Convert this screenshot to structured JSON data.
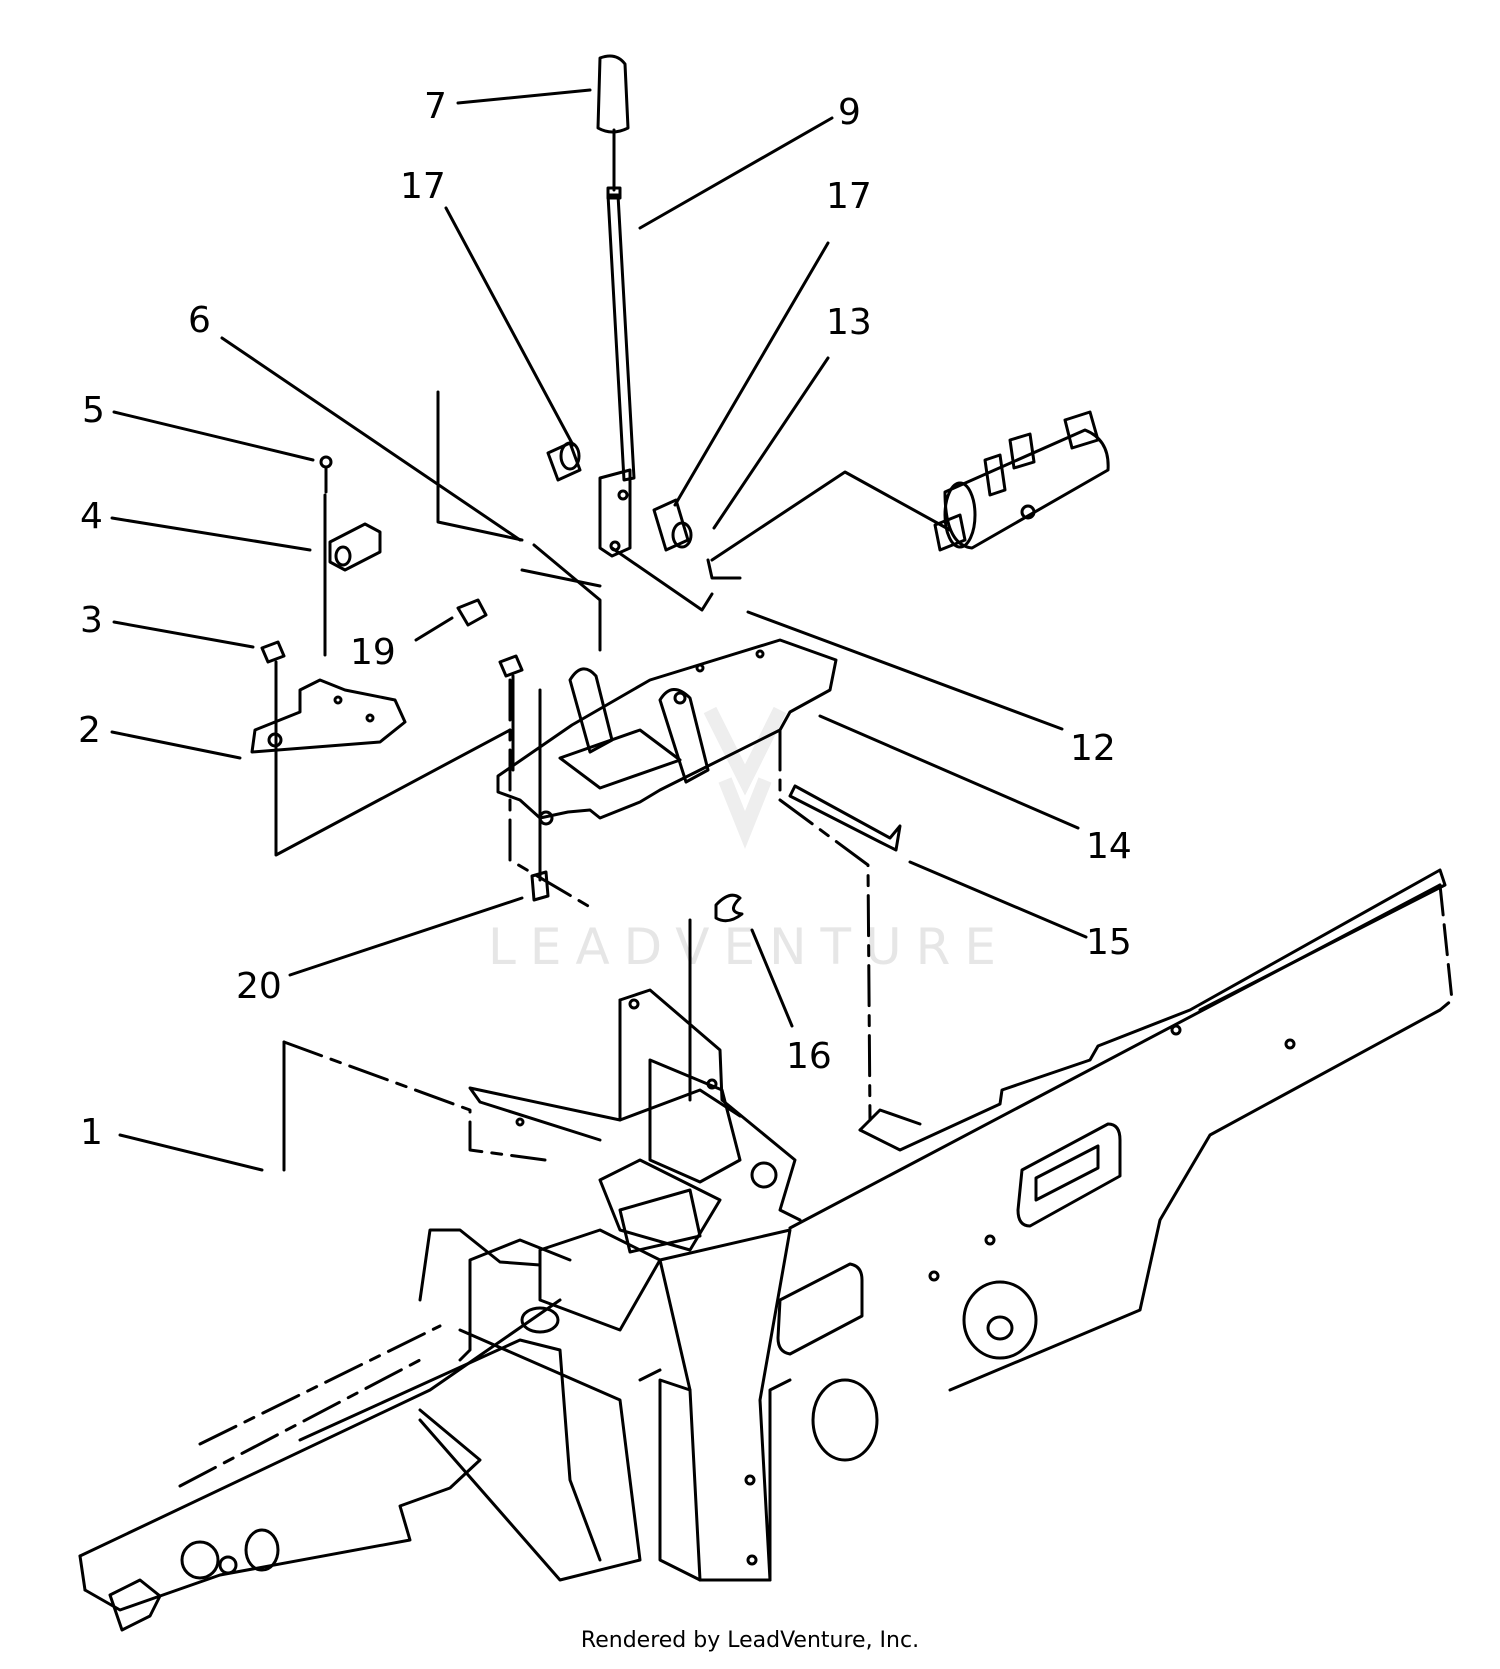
{
  "watermark": "LEADVENTURE",
  "footer": "Rendered by LeadVenture, Inc.",
  "callouts": {
    "c1": "1",
    "c2": "2",
    "c3": "3",
    "c4": "4",
    "c5": "5",
    "c6": "6",
    "c7": "7",
    "c9": "9",
    "c12": "12",
    "c13": "13",
    "c14": "14",
    "c15": "15",
    "c16": "16",
    "c17a": "17",
    "c17b": "17",
    "c19": "19",
    "c20": "20"
  }
}
